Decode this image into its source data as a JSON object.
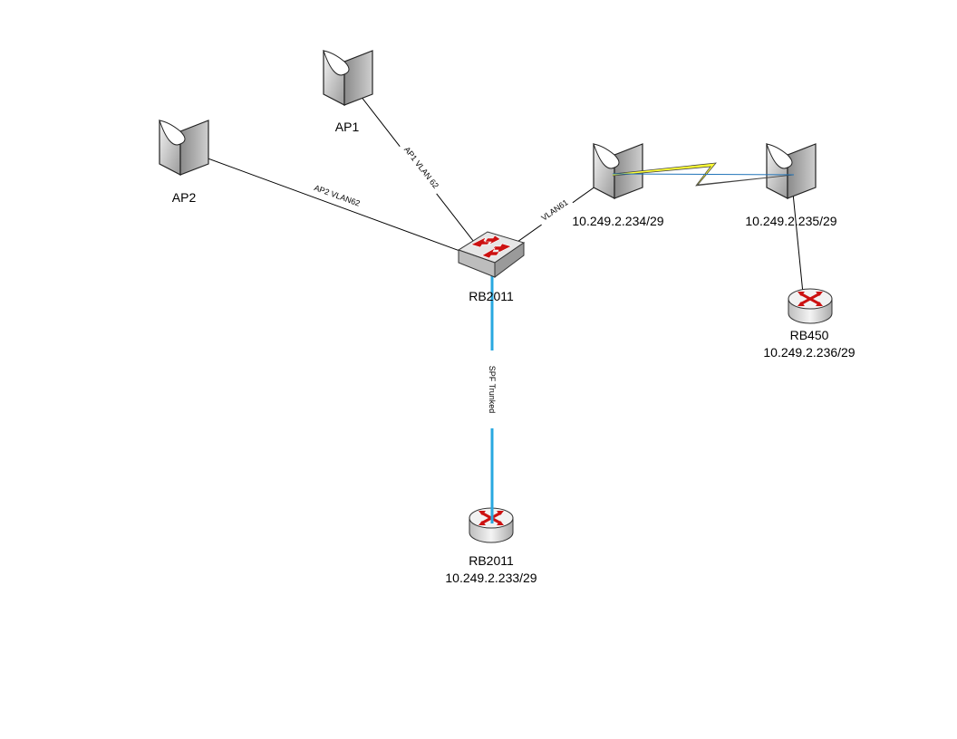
{
  "nodes": {
    "ap1": {
      "label": "AP1",
      "icon": "wireless-antenna-icon"
    },
    "ap2": {
      "label": "AP2",
      "icon": "wireless-antenna-icon"
    },
    "bridge_a": {
      "label": "10.249.2.234/29",
      "icon": "wireless-antenna-icon"
    },
    "bridge_b": {
      "label": "10.249.2.235/29",
      "icon": "wireless-antenna-icon"
    },
    "switch": {
      "label": "RB2011",
      "icon": "switch-icon"
    },
    "rb450": {
      "label": "RB450",
      "ip": "10.249.2.236/29",
      "icon": "router-icon"
    },
    "core_router": {
      "label": "RB2011",
      "ip": "10.249.2.233/29",
      "icon": "router-icon"
    }
  },
  "links": {
    "ap1": {
      "label": "AP1 VLAN 62"
    },
    "ap2": {
      "label": "AP2 VLAN62"
    },
    "vlan61": {
      "label": "VLAN61"
    },
    "trunk": {
      "label": "SPF Trunked",
      "color": "#29a8e0"
    },
    "wireless": {
      "color": "#ffff33"
    }
  }
}
